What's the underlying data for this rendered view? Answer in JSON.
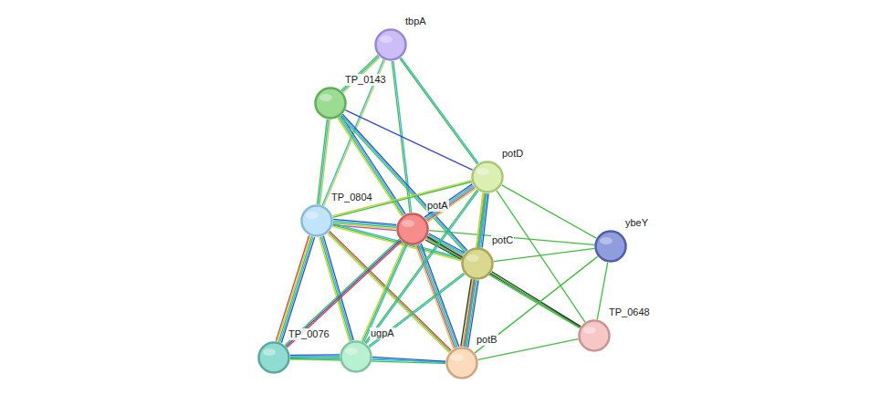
{
  "diagram": {
    "nodes": [
      {
        "text": [
          "tbpA"
        ]
      },
      {
        "text": [
          "TP_0143"
        ]
      },
      {
        "text": [
          "potD"
        ]
      },
      {
        "text": [
          "TP_0804"
        ]
      },
      {
        "text": [
          "potA"
        ]
      },
      {
        "text": [
          "ybeY"
        ]
      },
      {
        "text": [
          "potC"
        ]
      },
      {
        "text": [
          "TP_0648"
        ]
      },
      {
        "text": [
          "TP_0076"
        ]
      },
      {
        "text": [
          "ugpA"
        ]
      },
      {
        "text": [
          "potB"
        ]
      }
    ],
    "edges": [
      {
        "from": 0,
        "to": 1,
        "arrow": "none"
      },
      {
        "from": 0,
        "to": 3,
        "arrow": "none"
      },
      {
        "from": 0,
        "to": 4,
        "arrow": "none"
      },
      {
        "from": 0,
        "to": 2,
        "arrow": "none"
      },
      {
        "from": 1,
        "to": 3,
        "arrow": "none"
      },
      {
        "from": 1,
        "to": 4,
        "arrow": "none"
      },
      {
        "from": 1,
        "to": 6,
        "arrow": "none"
      },
      {
        "from": 1,
        "to": 2,
        "arrow": "none"
      },
      {
        "from": 3,
        "to": 4,
        "arrow": "none"
      },
      {
        "from": 3,
        "to": 2,
        "arrow": "none"
      },
      {
        "from": 3,
        "to": 6,
        "arrow": "none"
      },
      {
        "from": 3,
        "to": 8,
        "arrow": "none"
      },
      {
        "from": 3,
        "to": 9,
        "arrow": "none"
      },
      {
        "from": 3,
        "to": 10,
        "arrow": "none"
      },
      {
        "from": 4,
        "to": 2,
        "arrow": "none"
      },
      {
        "from": 4,
        "to": 6,
        "arrow": "none"
      },
      {
        "from": 4,
        "to": 10,
        "arrow": "none"
      },
      {
        "from": 4,
        "to": 9,
        "arrow": "none"
      },
      {
        "from": 4,
        "to": 8,
        "arrow": "none"
      },
      {
        "from": 4,
        "to": 5,
        "arrow": "none"
      },
      {
        "from": 4,
        "to": 7,
        "arrow": "none"
      },
      {
        "from": 2,
        "to": 6,
        "arrow": "none"
      },
      {
        "from": 2,
        "to": 10,
        "arrow": "none"
      },
      {
        "from": 2,
        "to": 9,
        "arrow": "none"
      },
      {
        "from": 2,
        "to": 5,
        "arrow": "none"
      },
      {
        "from": 2,
        "to": 7,
        "arrow": "none"
      },
      {
        "from": 6,
        "to": 10,
        "arrow": "none"
      },
      {
        "from": 6,
        "to": 5,
        "arrow": "none"
      },
      {
        "from": 6,
        "to": 7,
        "arrow": "none"
      },
      {
        "from": 6,
        "to": 9,
        "arrow": "none"
      },
      {
        "from": 5,
        "to": 7,
        "arrow": "none"
      },
      {
        "from": 5,
        "to": 10,
        "arrow": "none"
      },
      {
        "from": 7,
        "to": 10,
        "arrow": "none"
      },
      {
        "from": 8,
        "to": 9,
        "arrow": "none"
      },
      {
        "from": 8,
        "to": 10,
        "arrow": "none"
      },
      {
        "from": 9,
        "to": 10,
        "arrow": "none"
      }
    ]
  }
}
